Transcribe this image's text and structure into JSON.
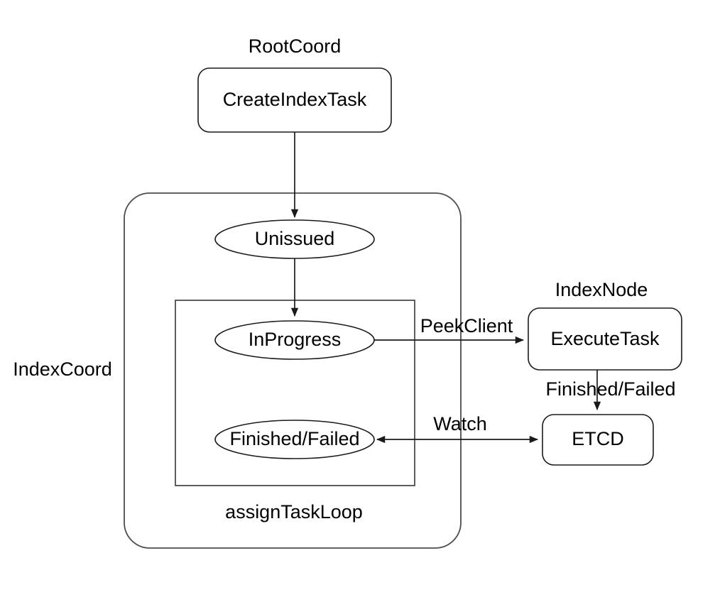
{
  "diagram": {
    "title_visible": false,
    "background_color": "#ffffff",
    "stroke_color": "#1a1a1a",
    "group_stroke_color": "#4d4d4d",
    "text_color": "#000000",
    "groups": [
      {
        "id": "rootcoord",
        "label": "RootCoord",
        "shape": "label-only"
      },
      {
        "id": "indexcoord",
        "label": "IndexCoord",
        "shape": "rounded-rect"
      },
      {
        "id": "assigntaskloop",
        "label": "assignTaskLoop",
        "shape": "rect"
      },
      {
        "id": "indexnode",
        "label": "IndexNode",
        "shape": "label-only"
      }
    ],
    "nodes": [
      {
        "id": "create-index-task",
        "label": "CreateIndexTask",
        "shape": "rounded-rect",
        "group": "rootcoord"
      },
      {
        "id": "unissued",
        "label": "Unissued",
        "shape": "ellipse",
        "group": "indexcoord"
      },
      {
        "id": "inprogress",
        "label": "InProgress",
        "shape": "ellipse",
        "group": "assigntaskloop"
      },
      {
        "id": "finished-failed",
        "label": "Finished/Failed",
        "shape": "ellipse",
        "group": "assigntaskloop"
      },
      {
        "id": "execute-task",
        "label": "ExecuteTask",
        "shape": "rounded-rect",
        "group": "indexnode"
      },
      {
        "id": "etcd",
        "label": "ETCD",
        "shape": "rounded-rect",
        "group": null
      }
    ],
    "edges": [
      {
        "id": "create-to-unissued",
        "from": "create-index-task",
        "to": "unissued",
        "label": "",
        "arrow": "end"
      },
      {
        "id": "unissued-to-inprogress",
        "from": "unissued",
        "to": "inprogress",
        "label": "",
        "arrow": "end"
      },
      {
        "id": "inprogress-to-executetask",
        "from": "inprogress",
        "to": "execute-task",
        "label": "PeekClient",
        "arrow": "end"
      },
      {
        "id": "executetask-to-etcd",
        "from": "execute-task",
        "to": "etcd",
        "label": "Finished/Failed",
        "arrow": "end"
      },
      {
        "id": "etcd-to-finishedfailed",
        "from": "etcd",
        "to": "finished-failed",
        "label": "Watch",
        "arrow": "both"
      }
    ]
  }
}
